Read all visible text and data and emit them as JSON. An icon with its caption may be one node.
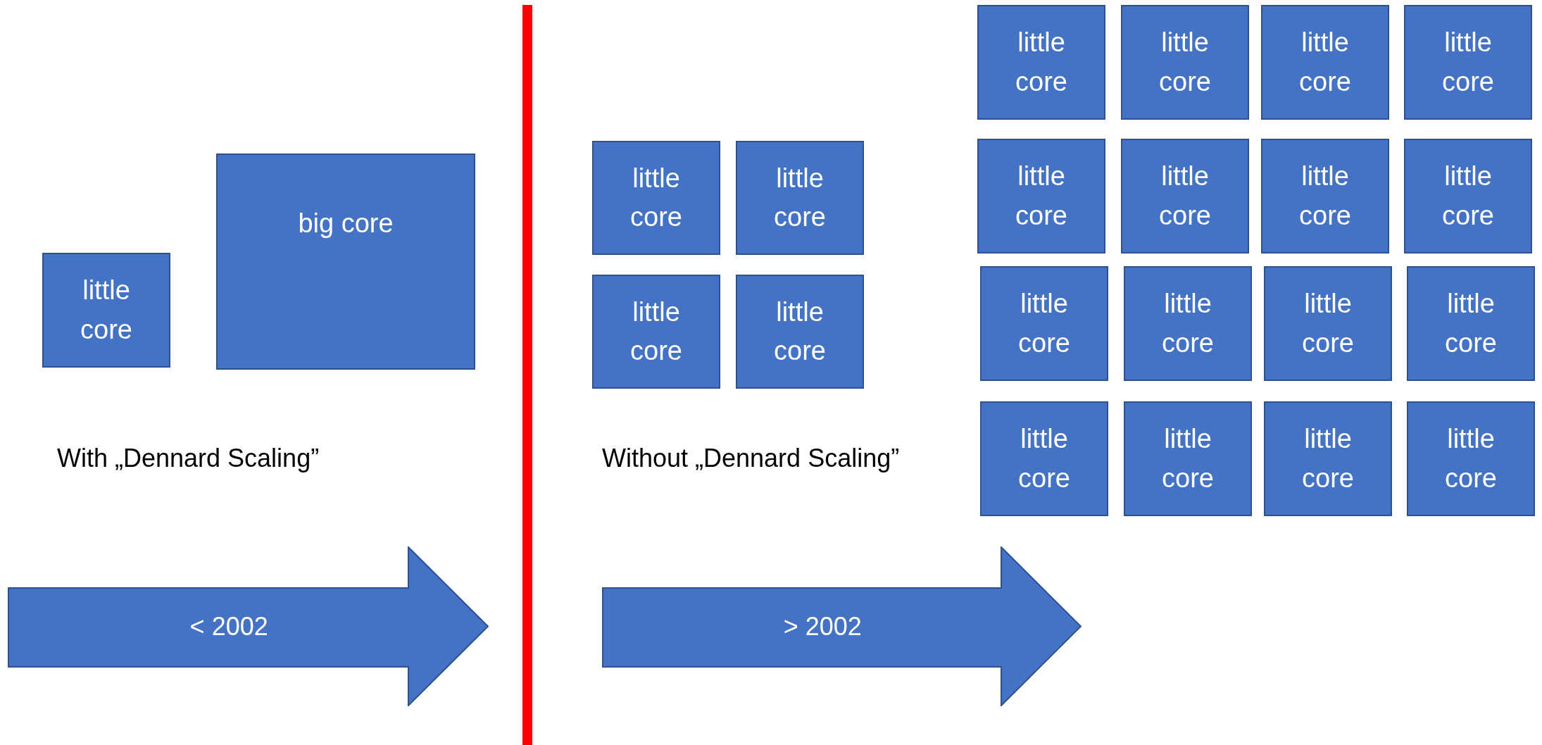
{
  "diagram": {
    "nodes": [
      {
        "text": [
          "little core"
        ]
      },
      {
        "text": [
          "big core"
        ]
      },
      {
        "text": [
          "little core"
        ]
      },
      {
        "text": [
          "little core"
        ]
      },
      {
        "text": [
          "little core"
        ]
      },
      {
        "text": [
          "little core"
        ]
      },
      {
        "text": [
          "little core"
        ]
      },
      {
        "text": [
          "little core"
        ]
      },
      {
        "text": [
          "little core"
        ]
      },
      {
        "text": [
          "little core"
        ]
      },
      {
        "text": [
          "little core"
        ]
      },
      {
        "text": [
          "little core"
        ]
      },
      {
        "text": [
          "little core"
        ]
      },
      {
        "text": [
          "little core"
        ]
      },
      {
        "text": [
          "little core"
        ]
      },
      {
        "text": [
          "little core"
        ]
      },
      {
        "text": [
          "little core"
        ]
      },
      {
        "text": [
          "little core"
        ]
      },
      {
        "text": [
          "little core"
        ]
      },
      {
        "text": [
          "little core"
        ]
      },
      {
        "text": [
          "little core"
        ]
      },
      {
        "text": [
          "little core"
        ]
      },
      {
        "text": [
          "< 2002"
        ]
      },
      {
        "text": [
          "> 2002"
        ]
      },
      {
        "text": [],
        "shape": "bar"
      }
    ],
    "edges": [],
    "labels": [
      "With „Dennard Scaling”",
      "Without „Dennard Scaling”"
    ]
  }
}
